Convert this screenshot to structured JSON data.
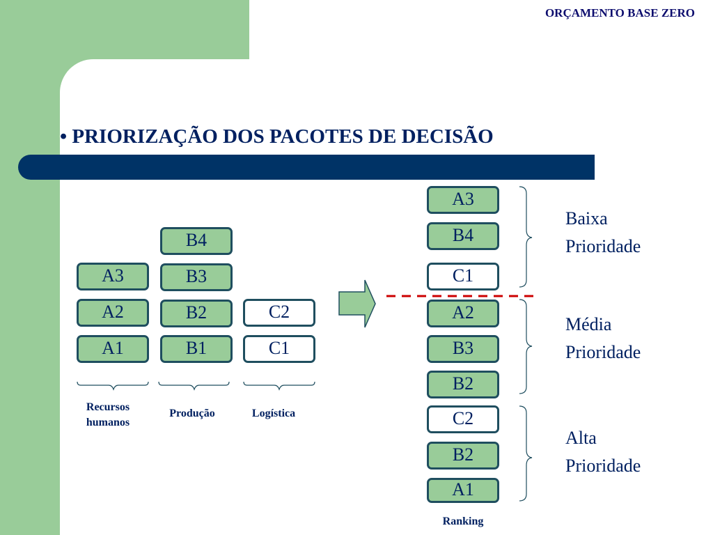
{
  "header": {
    "title": "ORÇAMENTO BASE ZERO"
  },
  "slide": {
    "title": "• PRIORIZAÇÃO DOS PACOTES DE DECISÃO"
  },
  "columns": [
    {
      "label": "Recursos humanos",
      "packages": [
        "A3",
        "A2",
        "A1"
      ]
    },
    {
      "label": "Produção",
      "packages": [
        "B4",
        "B3",
        "B2",
        "B1"
      ]
    },
    {
      "label": "Logística",
      "packages": [
        "C2",
        "C1"
      ]
    }
  ],
  "ranking": {
    "label": "Ranking",
    "items": [
      "A3",
      "B4",
      "C1",
      "A2",
      "B3",
      "B2",
      "C2",
      "B2",
      "A1"
    ]
  },
  "priorities": [
    {
      "line1": "Baixa",
      "line2": "Prioridade"
    },
    {
      "line1": "Média",
      "line2": "Prioridade"
    },
    {
      "line1": "Alta",
      "line2": "Prioridade"
    }
  ],
  "colors": {
    "package_fill": "#99cc99",
    "logistics_fill": "#ffffff",
    "box_border": "#1f4e5f",
    "text": "#002060",
    "bar": "#003366",
    "divider": "#cc0000"
  }
}
